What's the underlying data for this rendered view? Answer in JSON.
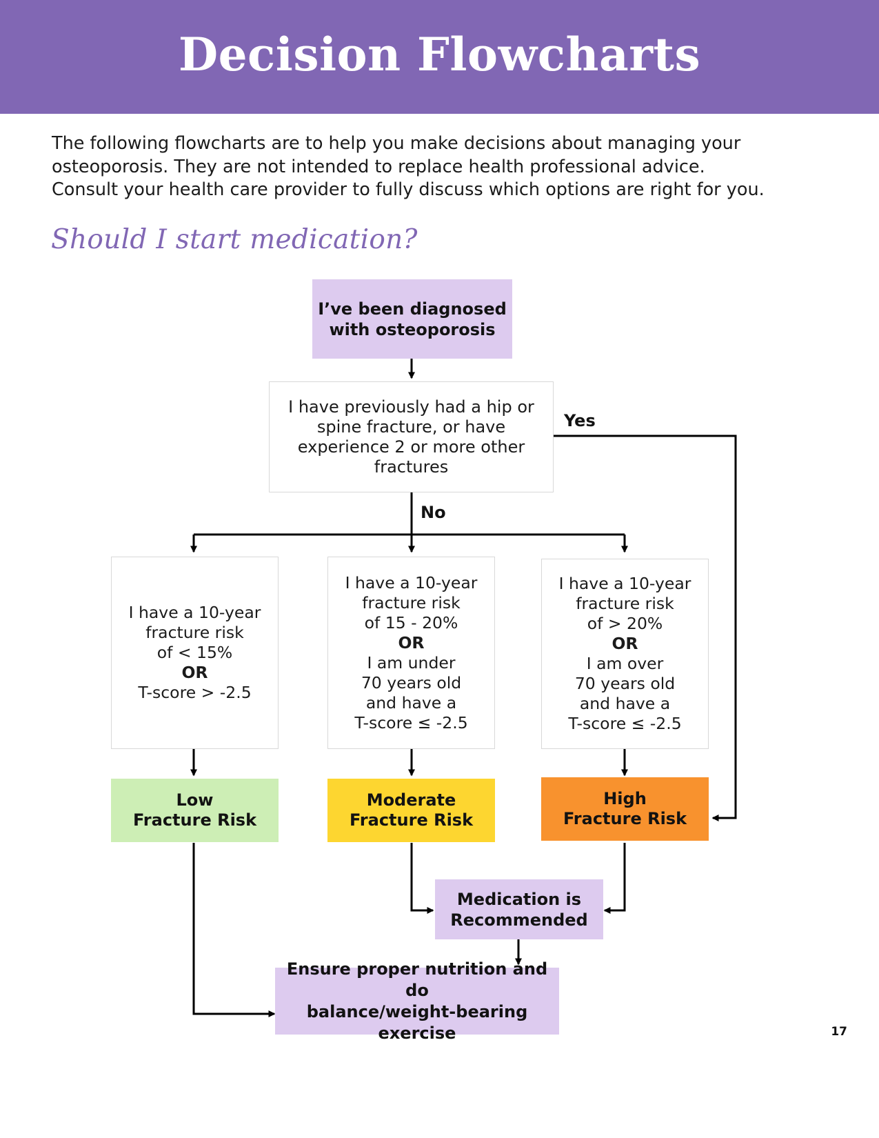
{
  "header": {
    "title": "Decision Flowcharts",
    "background_color": "#8167b4",
    "text_color": "#ffffff"
  },
  "intro": {
    "line1": "The following flowcharts are to help you make decisions about managing your",
    "line2": "osteoporosis. They are not intended to replace health professional advice.",
    "line3": "Consult your health care provider to fully discuss which options are right for you."
  },
  "section": {
    "subheading": "Should I start medication?",
    "subheading_color": "#8167b4"
  },
  "flowchart": {
    "start": {
      "line1": "I’ve been diagnosed",
      "line2": "with osteoporosis",
      "color": "#ddcbef"
    },
    "decision": {
      "line1": "I have previously had a hip or",
      "line2": "spine fracture, or have",
      "line3": "experience 2 or more other",
      "line4": "fractures",
      "color": "#ffffff"
    },
    "edges": {
      "yes": "Yes",
      "no": "No"
    },
    "criteria": {
      "low": {
        "line1": "I have a 10-year",
        "line2": "fracture risk",
        "line3": "of < 15%",
        "line4": "OR",
        "line5": "T-score > -2.5"
      },
      "moderate": {
        "line1": "I have a 10-year",
        "line2": "fracture risk",
        "line3": "of 15 - 20%",
        "line4": "OR",
        "line5": "I am under",
        "line6": "70 years old",
        "line7": "and have a",
        "line8": "T-score ≤ -2.5"
      },
      "high": {
        "line1": "I have a 10-year",
        "line2": "fracture risk",
        "line3": "of > 20%",
        "line4": "OR",
        "line5": "I am over",
        "line6": "70 years old",
        "line7": "and have a",
        "line8": "T-score ≤ -2.5"
      }
    },
    "risk": {
      "low": {
        "line1": "Low",
        "line2": "Fracture Risk",
        "color": "#cdeeb5"
      },
      "moderate": {
        "line1": "Moderate",
        "line2": "Fracture Risk",
        "color": "#fdd630"
      },
      "high": {
        "line1": "High",
        "line2": "Fracture Risk",
        "color": "#f8922e"
      }
    },
    "medication": {
      "line1": "Medication is",
      "line2": "Recommended",
      "color": "#ddcbef"
    },
    "lifestyle": {
      "line1": "Ensure proper nutrition and do",
      "line2": "balance/weight-bearing exercise",
      "color": "#ddcbef"
    }
  },
  "footer": {
    "page_number": "17"
  }
}
